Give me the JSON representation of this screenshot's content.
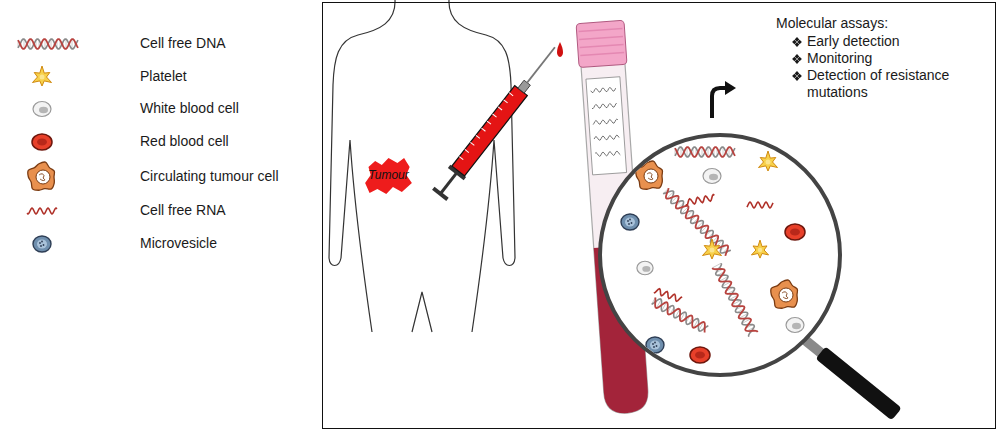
{
  "diagram": {
    "nodes": [
      {
        "text": [
          "Molecular assays:",
          "Early detection",
          "Monitoring",
          "Detection of resistance mutations"
        ]
      },
      {
        "text": [
          "Tumour"
        ],
        "in": 0
      }
    ],
    "legend": [
      {
        "text": "Cell free DNA"
      },
      {
        "text": "Platelet"
      },
      {
        "text": "White blood cell"
      },
      {
        "text": "Red blood cell"
      },
      {
        "text": "Circulating tumour cell"
      },
      {
        "text": "Cell free RNA"
      },
      {
        "text": "Microvesicle"
      }
    ]
  }
}
